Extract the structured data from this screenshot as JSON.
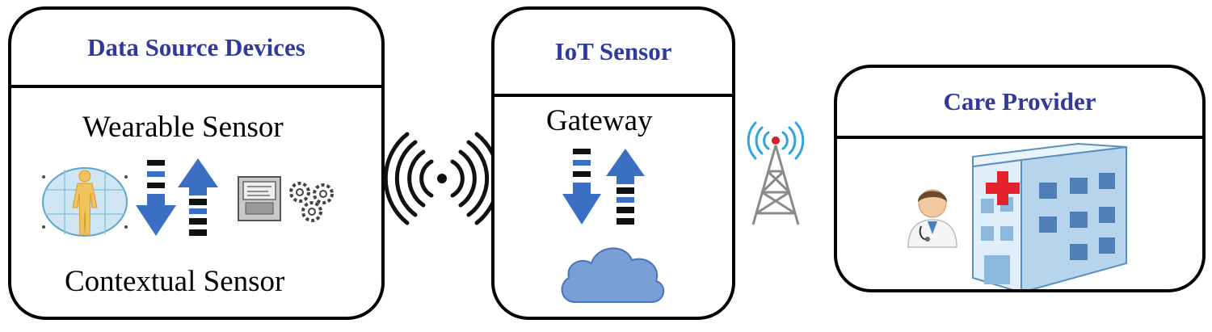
{
  "colors": {
    "title": "#2f3a9c",
    "arrow": "#3a6fc4",
    "cloud": "#7a9fd6",
    "signal": "#2fa7de",
    "dot": "#d11f2a",
    "cross": "#e3212b"
  },
  "source_box": {
    "title": "Data Source Devices",
    "top_label": "Wearable Sensor",
    "bottom_label": "Contextual Sensor",
    "icons": [
      "human-body-icon",
      "download-arrow-icon",
      "upload-arrow-icon",
      "sensor-chip-icon",
      "gears-icon"
    ]
  },
  "wireless_icon": "wireless-signal-icon",
  "iot_box": {
    "title": "IoT Sensor",
    "label": "Gateway",
    "icons": [
      "download-arrow-icon",
      "upload-arrow-icon",
      "cloud-icon"
    ]
  },
  "tower_icon": "radio-tower-icon",
  "care_box": {
    "title": "Care Provider",
    "icons": [
      "doctor-icon",
      "hospital-building-icon"
    ]
  }
}
